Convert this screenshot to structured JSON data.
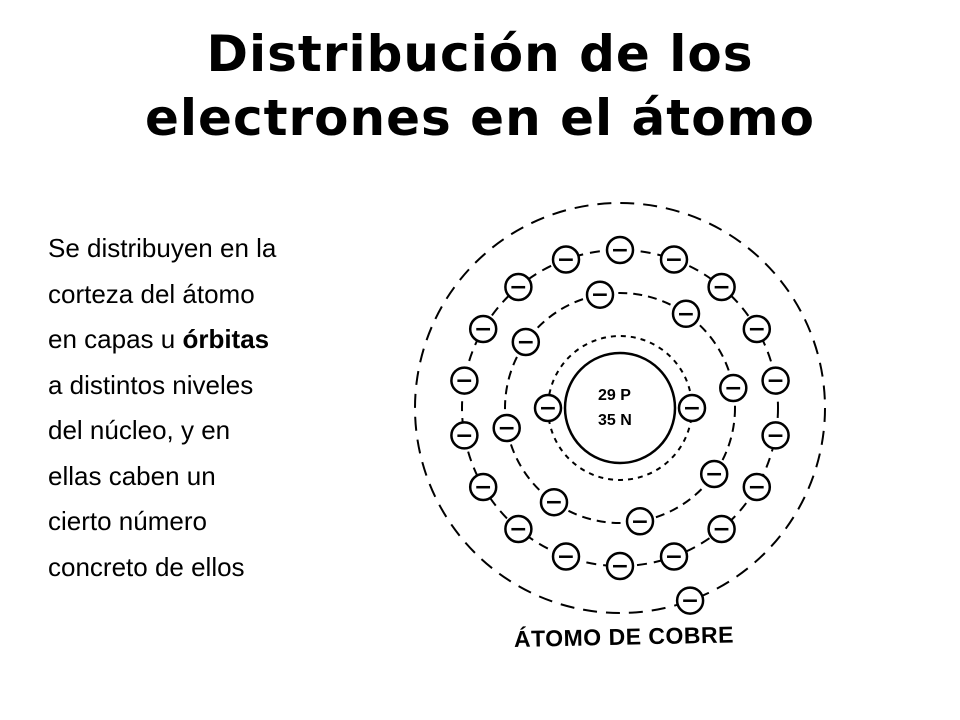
{
  "title": {
    "line1": "Distribución de los",
    "line2": "electrones en el átomo"
  },
  "body": {
    "line1": "Se distribuyen en la",
    "line2": "corteza del átomo",
    "line3_pre": "en capas u ",
    "line3_bold": "órbitas",
    "line4": "a distintos niveles",
    "line5": "del núcleo, y en",
    "line6": "ellas caben un",
    "line7": "cierto número",
    "line8": "concreto de ellos"
  },
  "diagram": {
    "nucleus": {
      "protons": "29 P",
      "neutrons": "35 N"
    },
    "shells": [
      2,
      8,
      18,
      1
    ],
    "electron_symbol": "−",
    "caption": "ÁTOMO DE COBRE"
  }
}
